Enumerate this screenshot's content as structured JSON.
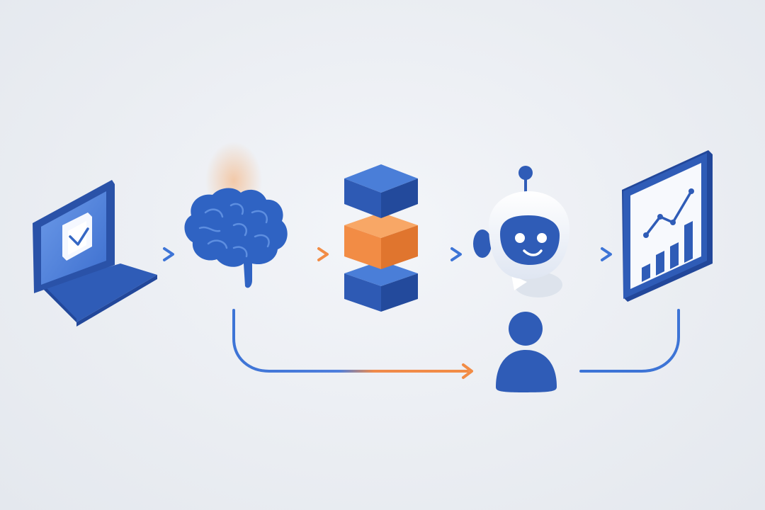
{
  "colors": {
    "background": "#eceff4",
    "primary_blue": "#3567c4",
    "dark_blue": "#27499a",
    "light_blue": "#5d8ee0",
    "orange": "#f28c45",
    "white": "#ffffff"
  },
  "nodes": [
    {
      "id": "laptop",
      "icon": "laptop-checklist-icon"
    },
    {
      "id": "brain",
      "icon": "brain-icon"
    },
    {
      "id": "stack",
      "icon": "stacked-blocks-icon"
    },
    {
      "id": "robot",
      "icon": "chatbot-robot-icon"
    },
    {
      "id": "dashboard",
      "icon": "bar-line-chart-icon"
    },
    {
      "id": "user",
      "icon": "user-icon"
    }
  ],
  "edges": [
    {
      "from": "laptop",
      "to": "brain",
      "color": "blue"
    },
    {
      "from": "brain",
      "to": "stack",
      "color": "orange"
    },
    {
      "from": "stack",
      "to": "robot",
      "color": "blue"
    },
    {
      "from": "robot",
      "to": "dashboard",
      "color": "blue"
    },
    {
      "from": "brain",
      "to": "user",
      "color": "blue-to-orange"
    },
    {
      "from": "dashboard",
      "to": "user",
      "color": "blue"
    }
  ]
}
